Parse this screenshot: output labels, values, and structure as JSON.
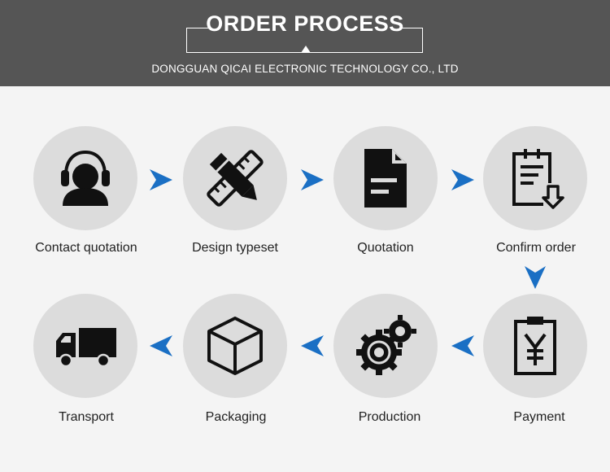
{
  "header": {
    "title": "ORDER PROCESS",
    "subtitle": "DONGGUAN QICAI ELECTRONIC TECHNOLOGY CO., LTD"
  },
  "accent_color": "#1a6fc4",
  "steps": [
    {
      "label": "Contact quotation",
      "icon": "headset-user-icon"
    },
    {
      "label": "Design typeset",
      "icon": "pencil-ruler-icon"
    },
    {
      "label": "Quotation",
      "icon": "document-icon"
    },
    {
      "label": "Confirm order",
      "icon": "clipboard-download-icon"
    },
    {
      "label": "Payment",
      "icon": "yen-receipt-icon"
    },
    {
      "label": "Production",
      "icon": "gears-icon"
    },
    {
      "label": "Packaging",
      "icon": "box-icon"
    },
    {
      "label": "Transport",
      "icon": "truck-icon"
    }
  ]
}
